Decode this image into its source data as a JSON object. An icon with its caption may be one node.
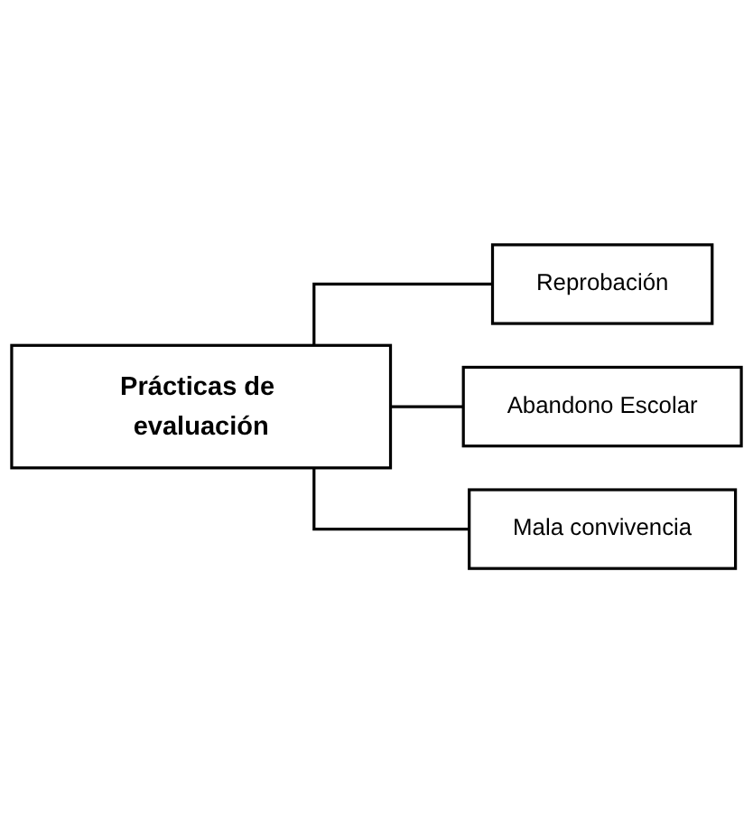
{
  "diagram": {
    "nodes": [
      {
        "text": [
          "Prácticas de evaluación"
        ]
      },
      {
        "text": [
          "Reprobación"
        ]
      },
      {
        "text": [
          "Abandono Escolar"
        ]
      },
      {
        "text": [
          "Mala convivencia"
        ]
      }
    ],
    "edges": [
      {
        "from": 0,
        "to": 1,
        "arrow": "none"
      },
      {
        "from": 0,
        "to": 2,
        "arrow": "none"
      },
      {
        "from": 0,
        "to": 3,
        "arrow": "none"
      }
    ]
  }
}
